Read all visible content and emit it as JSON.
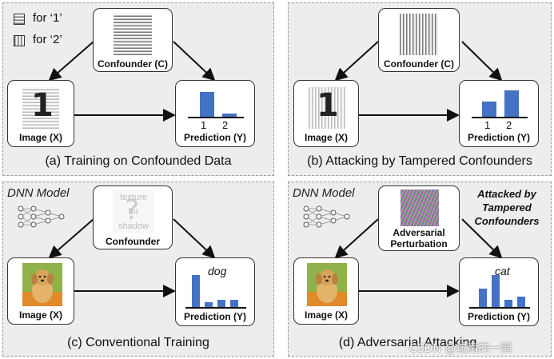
{
  "legend": {
    "item1": "for ‘1’",
    "item2": "for ‘2’"
  },
  "panel_a": {
    "caption": "(a) Training on Confounded Data",
    "confounder_label": "Confounder (C)",
    "image_label": "Image (X)",
    "digit": "1",
    "prediction_label": "Prediction (Y)",
    "ticks": [
      "1",
      "2"
    ],
    "bar_values": [
      0.82,
      0.1
    ]
  },
  "panel_b": {
    "caption": "(b) Attacking by Tampered Confounders",
    "confounder_label": "Confounder (C)",
    "image_label": "Image (X)",
    "digit": "1",
    "prediction_label": "Prediction (Y)",
    "ticks": [
      "1",
      "2"
    ],
    "bar_values": [
      0.5,
      0.87
    ]
  },
  "panel_c": {
    "caption": "(c) Conventional Training",
    "dnn_label": "DNN Model",
    "confounder_label": "Confounder",
    "confounder_words": [
      "texture",
      "fur",
      "shadow"
    ],
    "image_label": "Image (X)",
    "prediction_word": "dog",
    "prediction_label": "Prediction (Y)",
    "bar_values": [
      0.95,
      0.15,
      0.22,
      0.22
    ]
  },
  "panel_d": {
    "caption": "(d) Adversarial Attacking",
    "dnn_label": "DNN Model",
    "attacked_text": [
      "Attacked by",
      "Tampered",
      "Confounders"
    ],
    "confounder_label_line1": "Adversarial",
    "confounder_label_line2": "Perturbation",
    "image_label": "Image (X)",
    "prediction_word": "cat",
    "prediction_label": "Prediction (Y)",
    "bar_values": [
      0.55,
      0.95,
      0.22,
      0.32
    ]
  },
  "watermark": "CSDN @城南的一隅",
  "colors": {
    "bar": "#4472c4",
    "panel": "#ededed"
  }
}
